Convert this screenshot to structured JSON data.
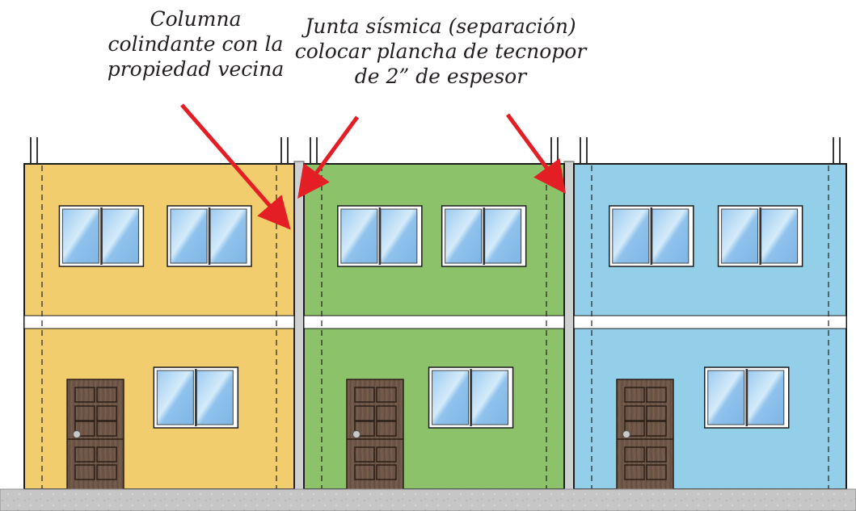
{
  "annotations": {
    "column_label": {
      "lines": [
        "Columna",
        "colindante con la",
        "propiedad vecina"
      ]
    },
    "joint_label": {
      "lines": [
        "Junta sísmica (separación)",
        "colocar plancha de tecnopor",
        "de 2” de espesor"
      ]
    }
  },
  "colors": {
    "house_left": "#f2cd6e",
    "house_middle": "#8cc36a",
    "house_right": "#93cfe8",
    "arrow": "#e31e24",
    "door": "#6b5545",
    "window_glass": "#a9d4f2",
    "ground": "#c7c7c7",
    "joint": "#cfd0d2"
  },
  "houses": [
    {
      "name": "house-left",
      "windows_upper": 2,
      "windows_lower": 1,
      "door": true
    },
    {
      "name": "house-middle",
      "windows_upper": 2,
      "windows_lower": 1,
      "door": true
    },
    {
      "name": "house-right",
      "windows_upper": 2,
      "windows_lower": 1,
      "door": true
    }
  ]
}
